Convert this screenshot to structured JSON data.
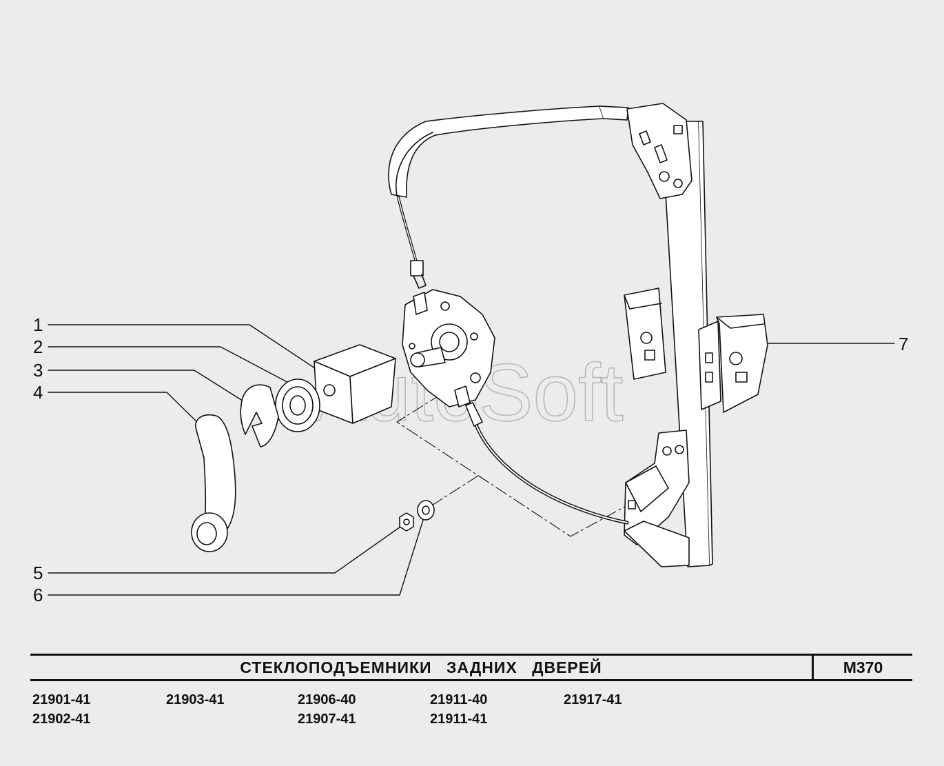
{
  "callouts": [
    {
      "number": "1"
    },
    {
      "number": "2"
    },
    {
      "number": "3"
    },
    {
      "number": "4"
    },
    {
      "number": "5"
    },
    {
      "number": "6"
    },
    {
      "number": "7"
    }
  ],
  "watermark": "AutoSoft",
  "title": "СТЕКЛОПОДЪЕМНИКИ ЗАДНИХ ДВЕРЕЙ",
  "code": "М370",
  "models": {
    "col1": [
      "21901-41",
      "21902-41"
    ],
    "col2": [
      "21903-41"
    ],
    "col3": [
      "21906-40",
      "21907-41"
    ],
    "col4": [
      "21911-40",
      "21911-41"
    ],
    "col5": [
      "21917-41"
    ]
  }
}
